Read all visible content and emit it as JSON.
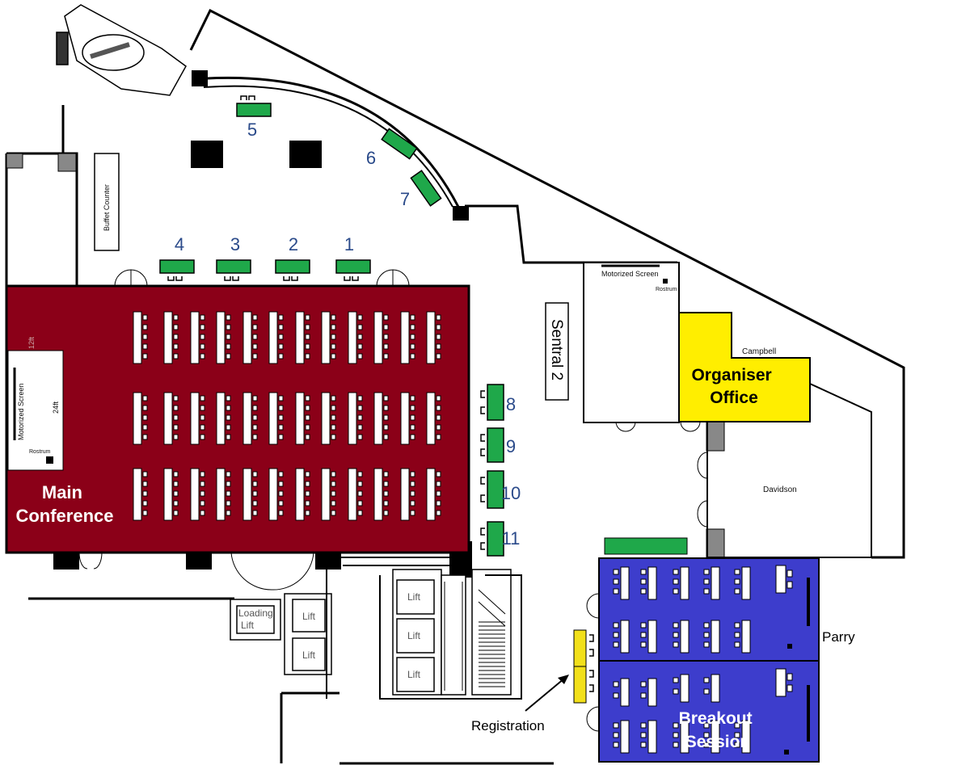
{
  "rooms": {
    "main_conference": "Main\nConference",
    "organiser_office": "Organiser\nOffice",
    "breakout_session": "Breakout\nSession",
    "sentral2": "Sentral 2",
    "campbell": "Campbell",
    "davidson": "Davidson",
    "parry": "Parry"
  },
  "labels": {
    "buffet": "Buffet Counter",
    "registration": "Registration",
    "motorized_screen": "Motorized Screen",
    "rostrum": "Rostrum",
    "dim24": "24ft",
    "dim12": "12ft",
    "loading_lift": "Loading\nLift",
    "lift": "Lift"
  },
  "booths": [
    "1",
    "2",
    "3",
    "4",
    "5",
    "6",
    "7",
    "8",
    "9",
    "10",
    "11"
  ],
  "colors": {
    "main": "#8b0018",
    "office": "#ffee00",
    "breakout": "#3d3dcc",
    "booth": "#1fa84a",
    "reg": "#f2e01a",
    "numbers": "#2a4a8a"
  }
}
